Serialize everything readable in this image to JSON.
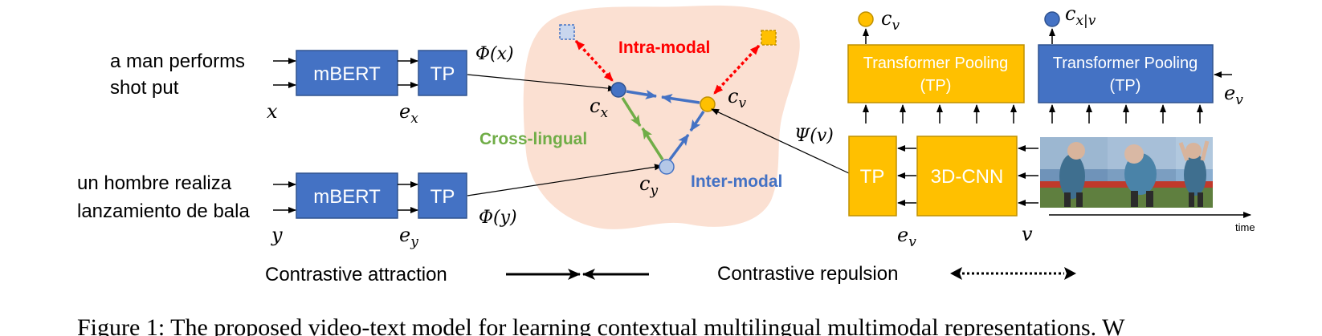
{
  "text_inputs": {
    "english": [
      "a man performs",
      "shot put"
    ],
    "spanish": [
      "un hombre realiza",
      "lanzamiento de bala"
    ]
  },
  "vars": {
    "x": "x",
    "y": "y",
    "ex": "e",
    "ex_sub": "x",
    "ey": "e",
    "ey_sub": "y",
    "ev": "e",
    "ev_sub": "v",
    "v": "v",
    "phi_x": "Φ(x)",
    "phi_y": "Φ(y)",
    "psi_v": "Ψ(v)",
    "cx": "c",
    "cx_sub": "x",
    "cy": "c",
    "cy_sub": "y",
    "cv": "c",
    "cv_sub": "v",
    "out_cv": "c",
    "out_cv_sub": "v",
    "out_cxv": "c",
    "out_cxv_sub": "x|v"
  },
  "blocks": {
    "mbert_top": "mBERT",
    "tp_top": "TP",
    "mbert_bottom": "mBERT",
    "tp_bottom": "TP",
    "tp_video": "TP",
    "cnn": "3D-CNN",
    "tp_pool_left": [
      "Transformer Pooling",
      "(TP)"
    ],
    "tp_pool_right": [
      "Transformer Pooling",
      "(TP)"
    ]
  },
  "region_labels": {
    "intra": "Intra-modal",
    "cross": "Cross-lingual",
    "inter": "Inter-modal"
  },
  "time_label": "time",
  "legend": {
    "attraction": "Contrastive attraction",
    "repulsion": "Contrastive repulsion"
  },
  "caption": "Figure 1: The proposed video-text model for learning contextual multilingual multimodal representations. W",
  "colors": {
    "block_blue": "#4472c4",
    "block_blue_border": "#2f528f",
    "block_yellow": "#ffc000",
    "block_yellow_border": "#bf9000",
    "blob": "#fbe0d2",
    "intra_red": "#ff0000",
    "cross_green": "#70ad47",
    "inter_blue": "#4472c4",
    "node_light_blue": "#b4c7e7"
  }
}
